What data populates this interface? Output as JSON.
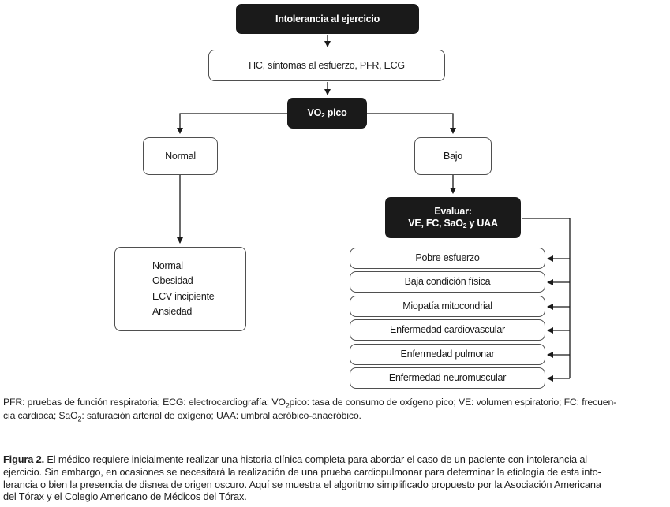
{
  "figure": {
    "nodes": {
      "intolerancia": "Intolerancia al ejercicio",
      "hc": "HC, síntomas al esfuerzo, PFR, ECG",
      "vo2_pre": "VO",
      "vo2_sub": "2",
      "vo2_post": " pico",
      "normal": "Normal",
      "bajo": "Bajo",
      "evaluar_line1": "Evaluar:",
      "evaluar_line2_pre": "VE, FC, SaO",
      "evaluar_line2_sub": "2",
      "evaluar_line2_post": " y UAA",
      "normal_outcomes": [
        "Normal",
        "Obesidad",
        "ECV incipiente",
        "Ansiedad"
      ],
      "bajo_outcomes": [
        "Pobre esfuerzo",
        "Baja condición física",
        "Miopatía mitocondrial",
        "Enfermedad cardiovascular",
        "Enfermedad pulmonar",
        "Enfermedad neuromuscular"
      ]
    },
    "colors": {
      "node_fill_dark": "#1a1a1a",
      "node_text_dark": "#ffffff",
      "node_fill_light": "#ffffff",
      "node_border": "#4f4f4f",
      "connector": "#1a1a1a"
    }
  },
  "footnote": {
    "line1_pre": "PFR: pruebas de función respiratoria; ECG: electrocardiografía; VO",
    "line1_sub": "2",
    "line1_post": "pico: tasa de consumo de oxígeno pico; VE: volumen espiratorio; FC: frecuen-",
    "line2_pre": "cia cardiaca; SaO",
    "line2_sub": "2",
    "line2_post": ": saturación arterial de oxígeno; UAA: umbral aeróbico-anaeróbico."
  },
  "caption": {
    "label": "Figura 2.",
    "lines": [
      "El médico requiere inicialmente realizar una historia clínica completa para abordar el caso de un paciente con intolerancia al",
      "ejercicio. Sin embargo, en ocasiones se necesitará la realización de una prueba cardiopulmonar para determinar la etiología de esta into-",
      "lerancia o bien la presencia de disnea de origen oscuro. Aquí se muestra el algoritmo simplificado propuesto por la Asociación Americana",
      "del Tórax y el Colegio Americano de Médicos del Tórax."
    ]
  }
}
